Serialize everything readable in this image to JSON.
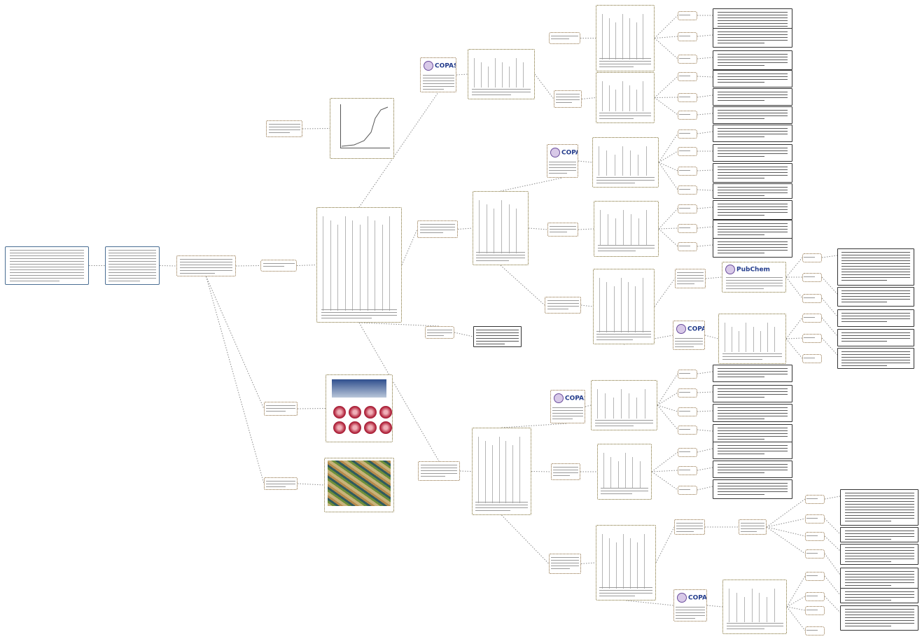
{
  "diagram": {
    "type": "mind-map",
    "colors": {
      "background": "#ffffff",
      "connector": "#8b8b8b",
      "node_border_dotted": "#8b6a3c",
      "root_border": "#4a6e93",
      "detail_border": "#333333",
      "logo_text": "#233c8c"
    },
    "logo_label": "COPASI",
    "logo_label_alt": "PubChem"
  }
}
